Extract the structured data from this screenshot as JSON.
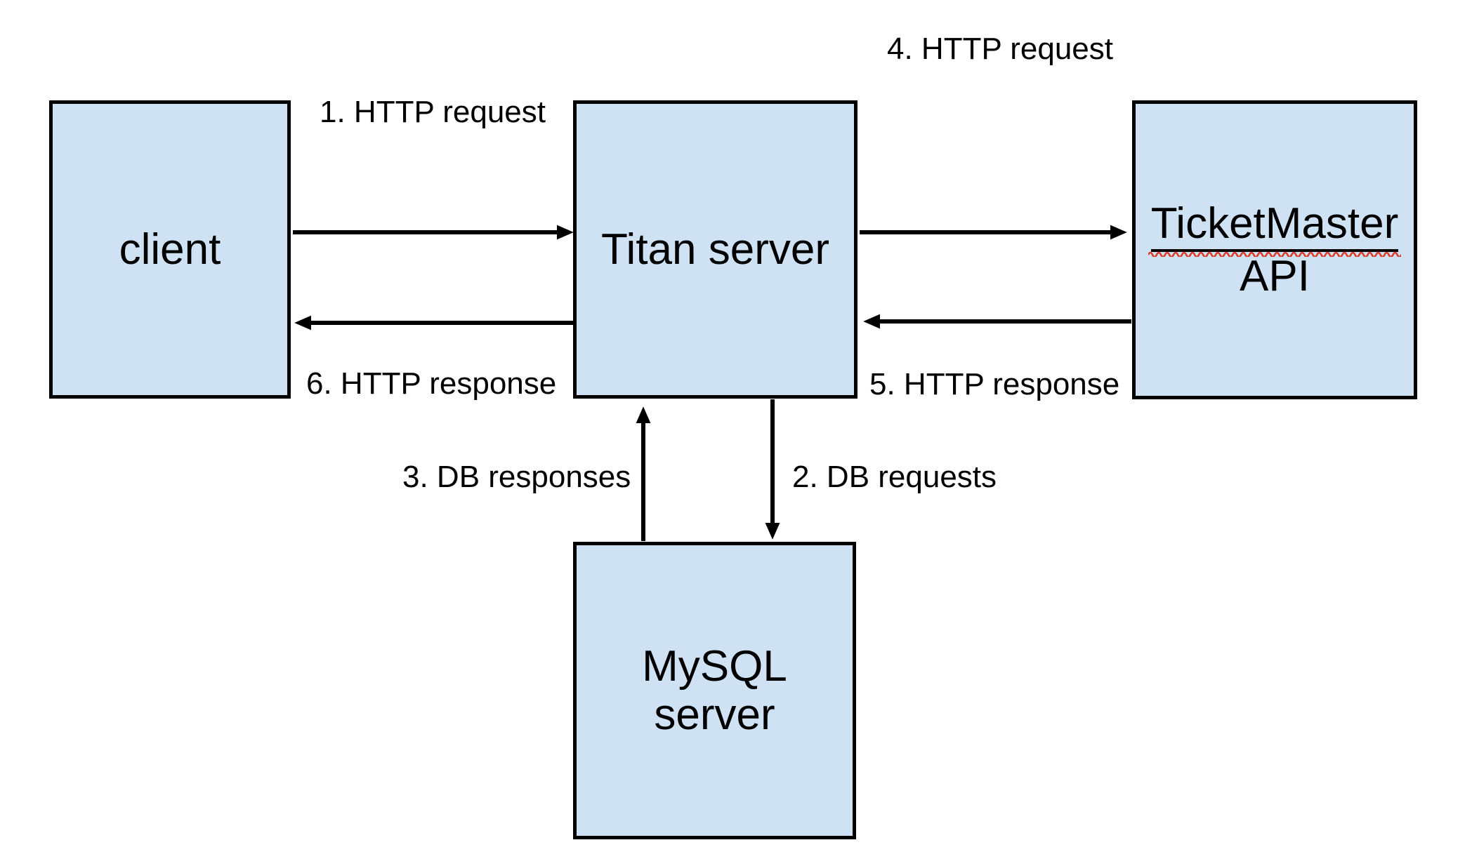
{
  "diagram": {
    "type": "architecture-flow",
    "background": "#ffffff",
    "colors": {
      "node_fill": "#cfe2f3",
      "node_border": "#000000",
      "arrow": "#000000",
      "text": "#000000",
      "spellcheck_wave": "#dd3b2a"
    },
    "nodes": [
      {
        "id": "client",
        "label": "client"
      },
      {
        "id": "titan-server",
        "label": "Titan server"
      },
      {
        "id": "ticketmaster-api",
        "label_line1": "TicketMaster",
        "label_line2": "API"
      },
      {
        "id": "mysql-server",
        "label_line1": "MySQL",
        "label_line2": "server"
      }
    ],
    "edges": [
      {
        "id": 1,
        "label": "1. HTTP request",
        "from": "client",
        "to": "titan-server"
      },
      {
        "id": 2,
        "label": "2. DB requests",
        "from": "titan-server",
        "to": "mysql-server"
      },
      {
        "id": 3,
        "label": "3. DB responses",
        "from": "mysql-server",
        "to": "titan-server"
      },
      {
        "id": 4,
        "label": "4. HTTP request",
        "from": "titan-server",
        "to": "ticketmaster-api"
      },
      {
        "id": 5,
        "label": "5. HTTP response",
        "from": "ticketmaster-api",
        "to": "titan-server"
      },
      {
        "id": 6,
        "label": "6. HTTP response",
        "from": "titan-server",
        "to": "client"
      }
    ]
  }
}
